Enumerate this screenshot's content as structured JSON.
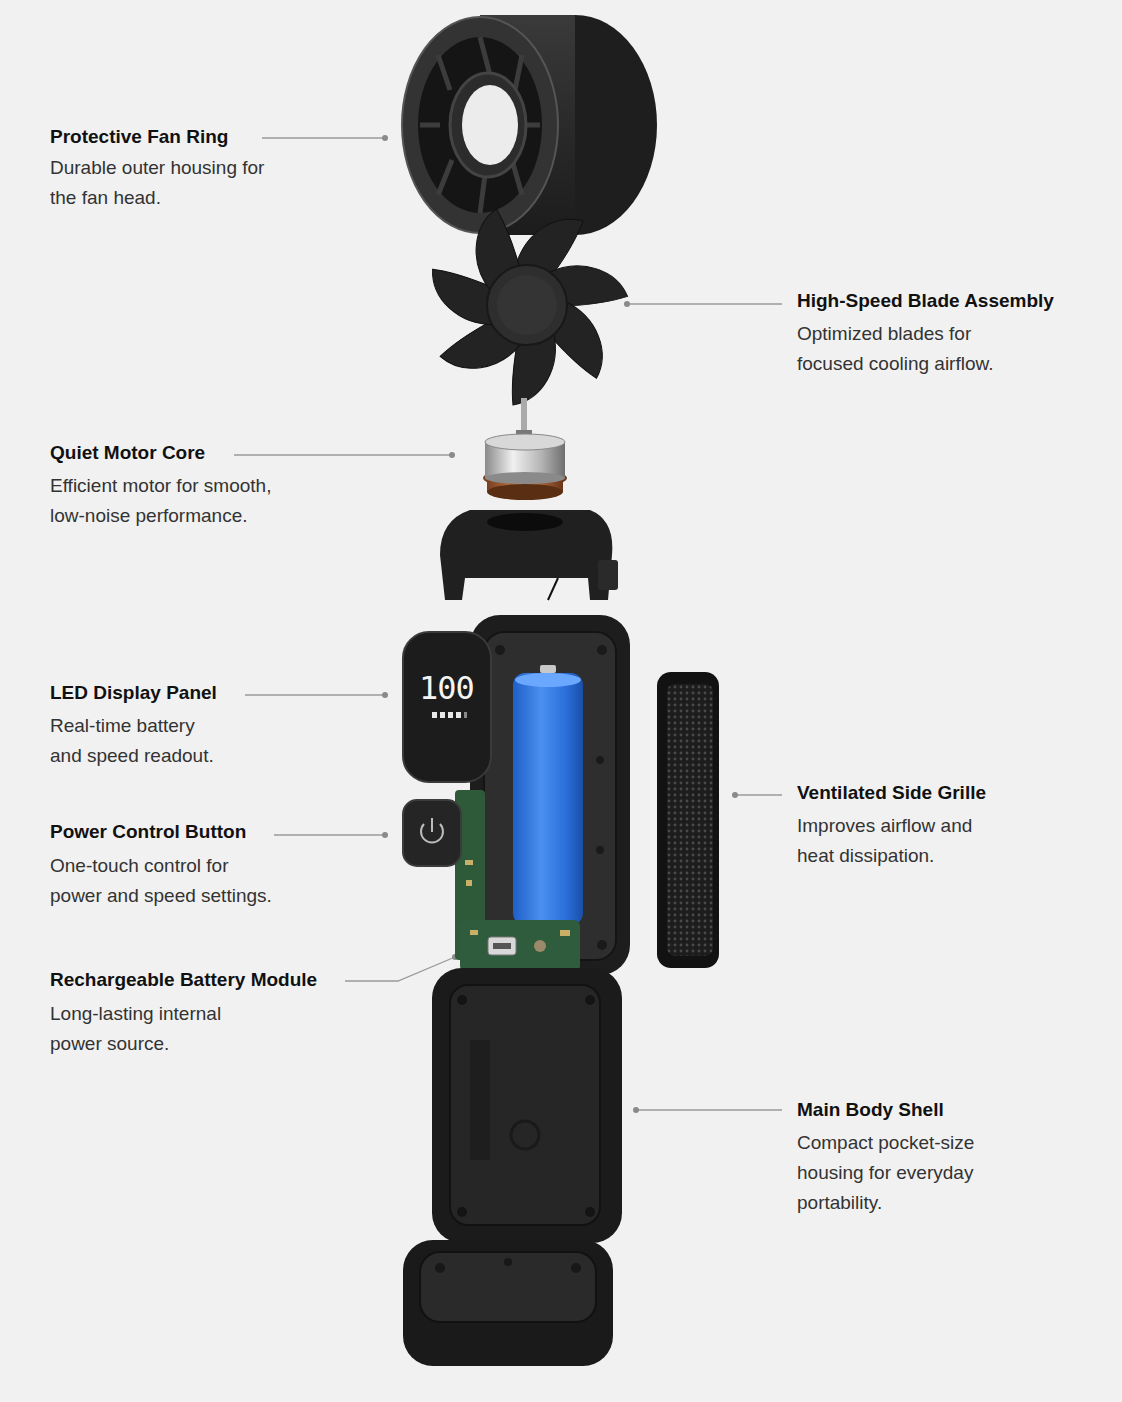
{
  "diagram": {
    "labels": [
      "Protective Fan Ring",
      "Durable outer housing for the fan head.",
      "High-Speed Blade Assembly",
      "Optimized blades for focused cooling airflow.",
      "Quiet Motor Core",
      "Efficient motor for smooth, low-noise performance.",
      "LED Display Panel",
      "Real-time battery and speed readout.",
      "Power Control Button",
      "One-touch control for power and speed settings.",
      "Rechargeable Battery Module",
      "Long-lasting internal power source.",
      "Ventilated Side Grille",
      "Improves airflow and heat dissipation.",
      "Main Body Shell",
      "Compact pocket-size housing for everyday portability.",
      "100"
    ]
  }
}
